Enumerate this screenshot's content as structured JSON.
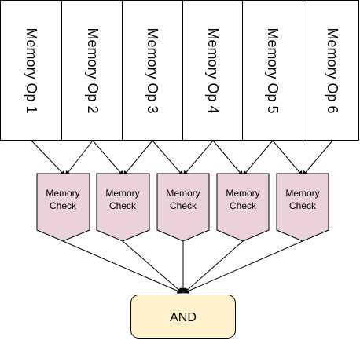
{
  "memory_ops": [
    {
      "label": "Memory Op 1"
    },
    {
      "label": "Memory Op 2"
    },
    {
      "label": "Memory Op 3"
    },
    {
      "label": "Memory Op 4"
    },
    {
      "label": "Memory Op 5"
    },
    {
      "label": "Memory Op 6"
    }
  ],
  "memory_checks": [
    {
      "line1": "Memory",
      "line2": "Check"
    },
    {
      "line1": "Memory",
      "line2": "Check"
    },
    {
      "line1": "Memory",
      "line2": "Check"
    },
    {
      "line1": "Memory",
      "line2": "Check"
    },
    {
      "line1": "Memory",
      "line2": "Check"
    }
  ],
  "and_node": {
    "label": "AND"
  },
  "colors": {
    "check_fill": "#ead1dc",
    "and_fill": "#fff2cc",
    "op_fill": "#ffffff",
    "stroke": "#000000"
  }
}
